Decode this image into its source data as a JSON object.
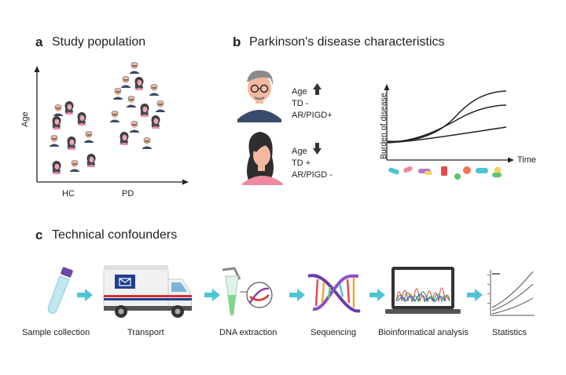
{
  "panel_a": {
    "letter": "a",
    "title": "Study population",
    "y_axis_label": "Age",
    "x_labels": [
      "HC",
      "PD"
    ]
  },
  "panel_b": {
    "letter": "b",
    "title": "Parkinson's disease characteristics",
    "old_person": {
      "line1": "Age",
      "line2": "TD -",
      "line3": "AR/PIGD+"
    },
    "young_person": {
      "line1": "Age",
      "line2": "TD +",
      "line3": "AR/PIGD -"
    },
    "chart": {
      "y_label": "Burden of disease",
      "x_label": "Time"
    }
  },
  "panel_c": {
    "letter": "c",
    "title": "Technical confounders",
    "steps": [
      "Sample collection",
      "Transport",
      "DNA extraction",
      "Sequencing",
      "Bioinformatical analysis",
      "Statistics"
    ]
  },
  "colors": {
    "skin": "#f2b9a0",
    "face_pink": "#e9a7b8",
    "hair_dark": "#3b3b3b",
    "shirt_navy": "#3a4a6b",
    "shirt_pink": "#f08aa0",
    "arrow_cyan": "#4ec3d6",
    "truck_blue": "#1f3f8f",
    "truck_red": "#d8302f"
  }
}
